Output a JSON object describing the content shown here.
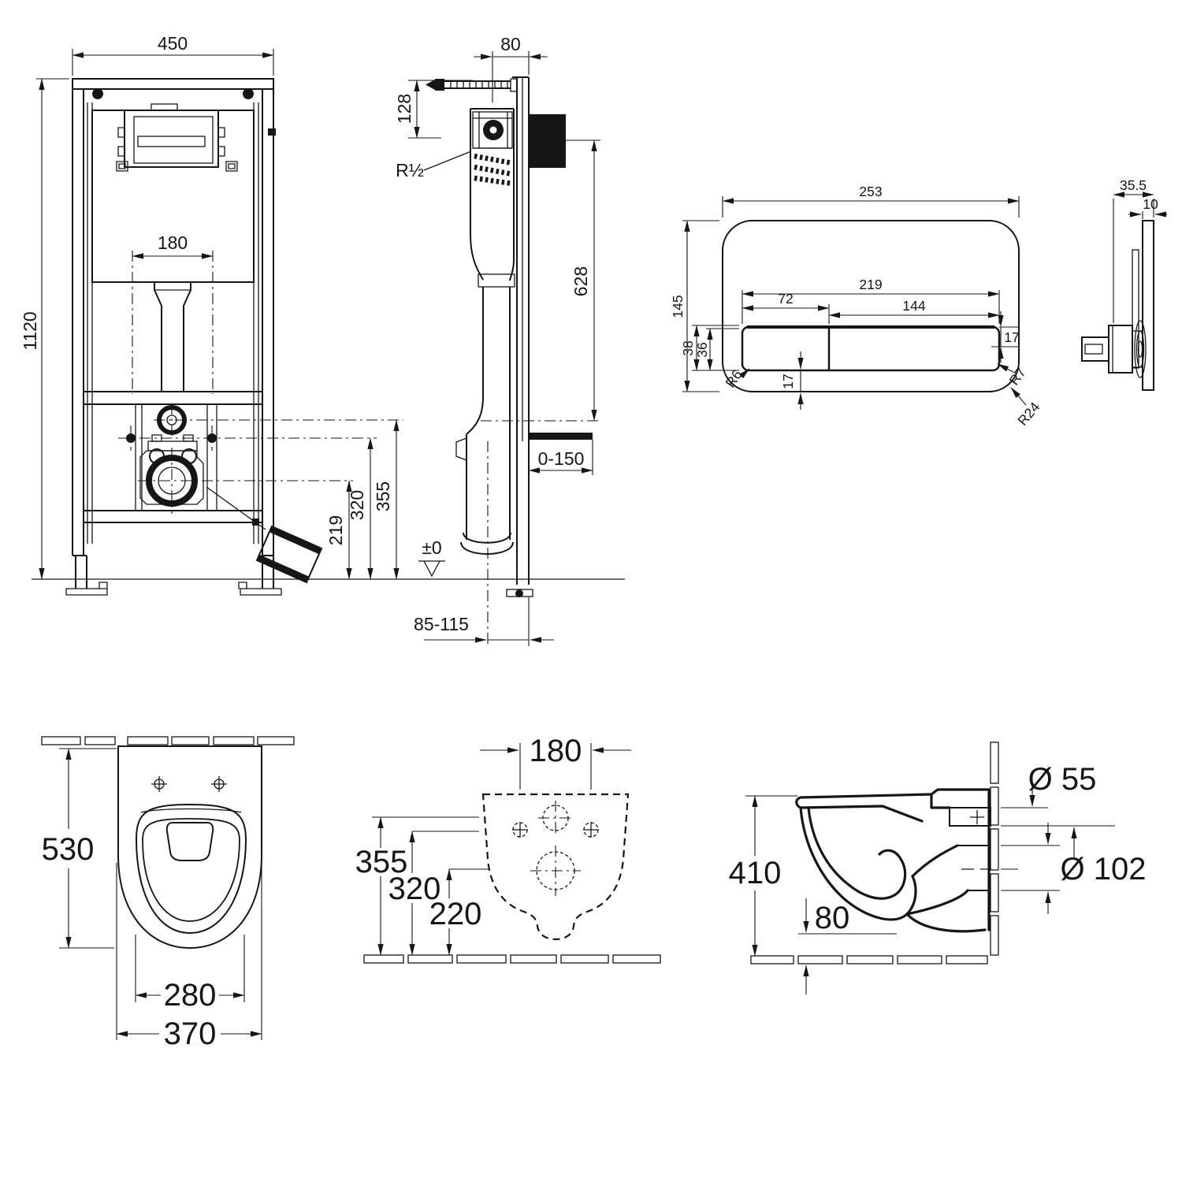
{
  "drawing": {
    "frame_front": {
      "width": "450",
      "height": "1120",
      "flush_spacing": "180",
      "outlet_height": "219",
      "mid_height": "320",
      "supply_height": "355"
    },
    "frame_side": {
      "depth": "80",
      "top_offset": "128",
      "supply_thread": "R½",
      "plate_height": "628",
      "wall_range": "0-150",
      "floor_level": "±0",
      "outlet_offset": "85-115"
    },
    "plate_front": {
      "width": "253",
      "height": "145",
      "button_width": "219",
      "button_left": "72",
      "button_right": "144",
      "h_outer": "38",
      "h_inner": "36",
      "edge_right": "17",
      "edge_bottom": "17",
      "r_small": "R6",
      "r_mid": "R7",
      "r_corner": "R24"
    },
    "plate_side": {
      "depth": "35.5",
      "thickness": "10"
    },
    "wc_top": {
      "length": "530",
      "seat_width": "280",
      "width": "370"
    },
    "wc_template": {
      "hole_spacing": "180",
      "h_top": "355",
      "h_mid": "320",
      "h_low": "220"
    },
    "wc_side": {
      "height": "410",
      "outlet_floor": "80",
      "inlet_dia": "Ø 55",
      "outlet_dia": "Ø 102"
    }
  }
}
